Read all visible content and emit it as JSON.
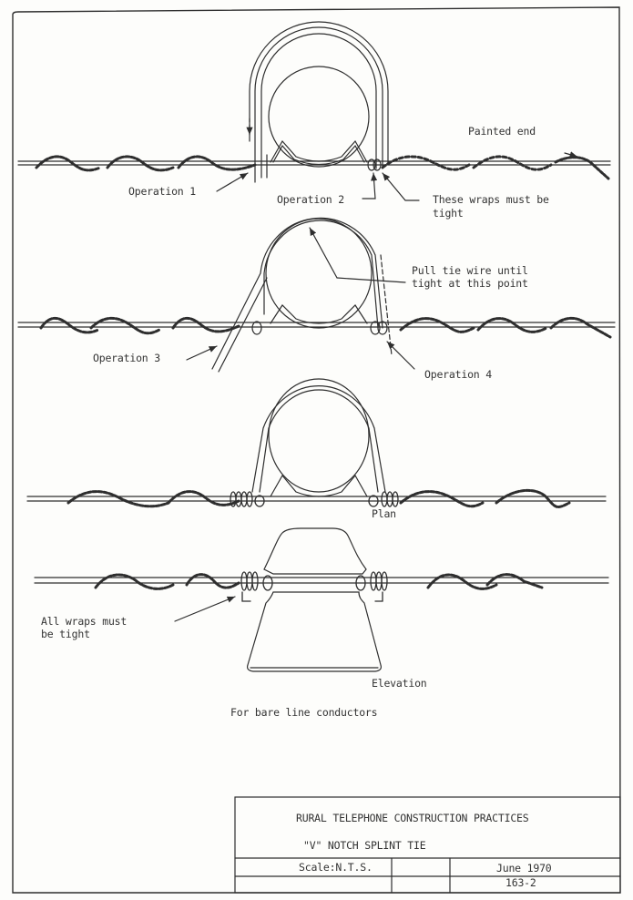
{
  "labels": {
    "op1": "Operation 1",
    "op2": "Operation 2",
    "wraps_tight": [
      "These wraps must be",
      "tight"
    ],
    "painted_end": "Painted end",
    "pull_tie": [
      "Pull tie wire until",
      "tight at this point"
    ],
    "op3": "Operation 3",
    "op4": "Operation 4",
    "plan": "Plan",
    "all_wraps": [
      "All wraps must",
      "be tight"
    ],
    "elevation": "Elevation",
    "caption": "For bare line conductors"
  },
  "title_block": {
    "organization": "RURAL TELEPHONE CONSTRUCTION PRACTICES",
    "title": "\"V\" NOTCH SPLINT TIE",
    "scale": "Scale:N.T.S.",
    "date": "June 1970",
    "drawing_number": "163-2"
  },
  "colors": {
    "ink": "#2e2e2e",
    "paper": "#fdfdfb"
  }
}
